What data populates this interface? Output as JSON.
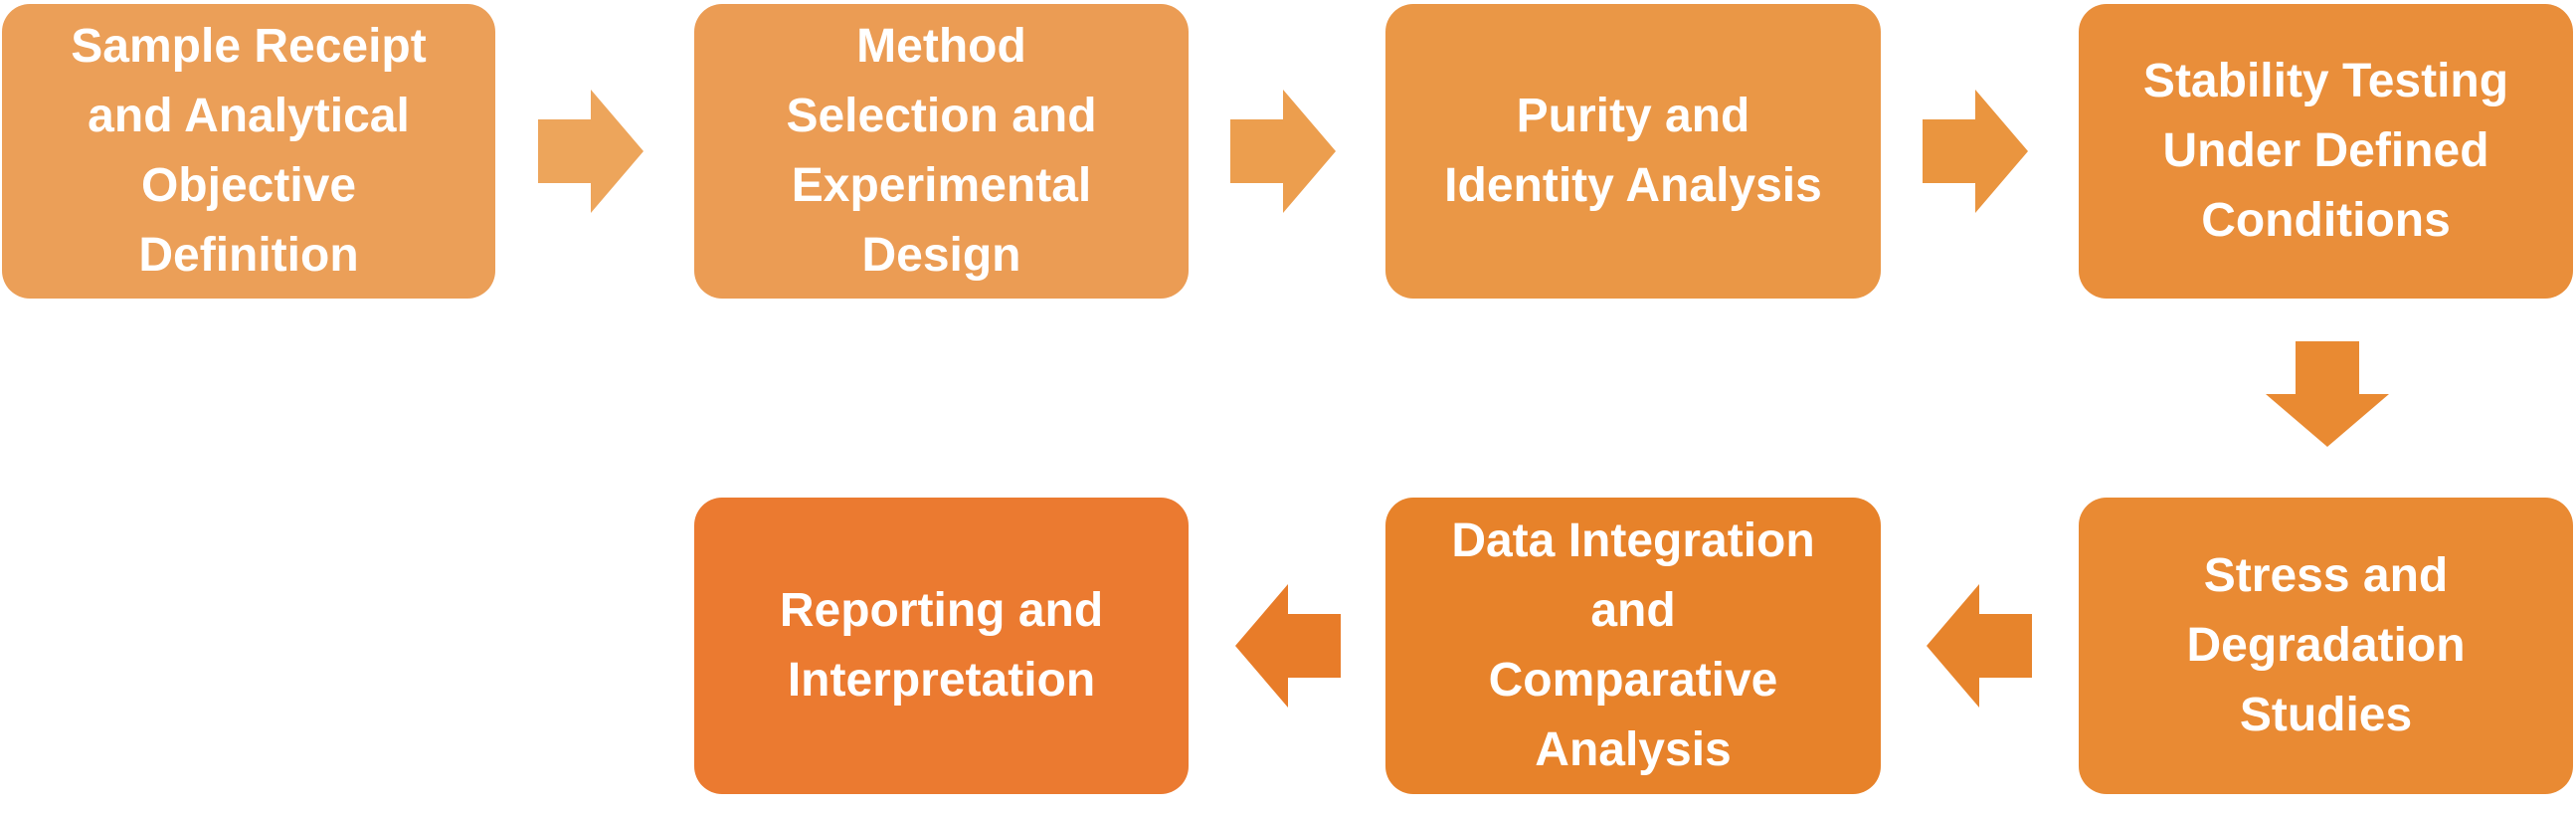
{
  "steps": [
    {
      "label": "Sample Receipt\nand Analytical\nObjective\nDefinition",
      "color": "#EB9F58"
    },
    {
      "label": "Method\nSelection and\nExperimental\nDesign",
      "color": "#EB9C54"
    },
    {
      "label": "Purity and\nIdentity Analysis",
      "color": "#EA9746"
    },
    {
      "label": "Stability Testing\nUnder Defined\nConditions",
      "color": "#E98E3A"
    },
    {
      "label": "Stress and\nDegradation\nStudies",
      "color": "#E98A33"
    },
    {
      "label": "Data Integration\nand\nComparative\nAnalysis",
      "color": "#E7822A"
    },
    {
      "label": "Reporting and\nInterpretation",
      "color": "#EB7A30"
    }
  ],
  "arrows": [
    {
      "direction": "right",
      "color": "#EDA55B"
    },
    {
      "direction": "right",
      "color": "#EC9E4E"
    },
    {
      "direction": "right",
      "color": "#EA953F"
    },
    {
      "direction": "down",
      "color": "#E98A32"
    },
    {
      "direction": "left",
      "color": "#E7842C"
    },
    {
      "direction": "left",
      "color": "#E87C29"
    }
  ]
}
